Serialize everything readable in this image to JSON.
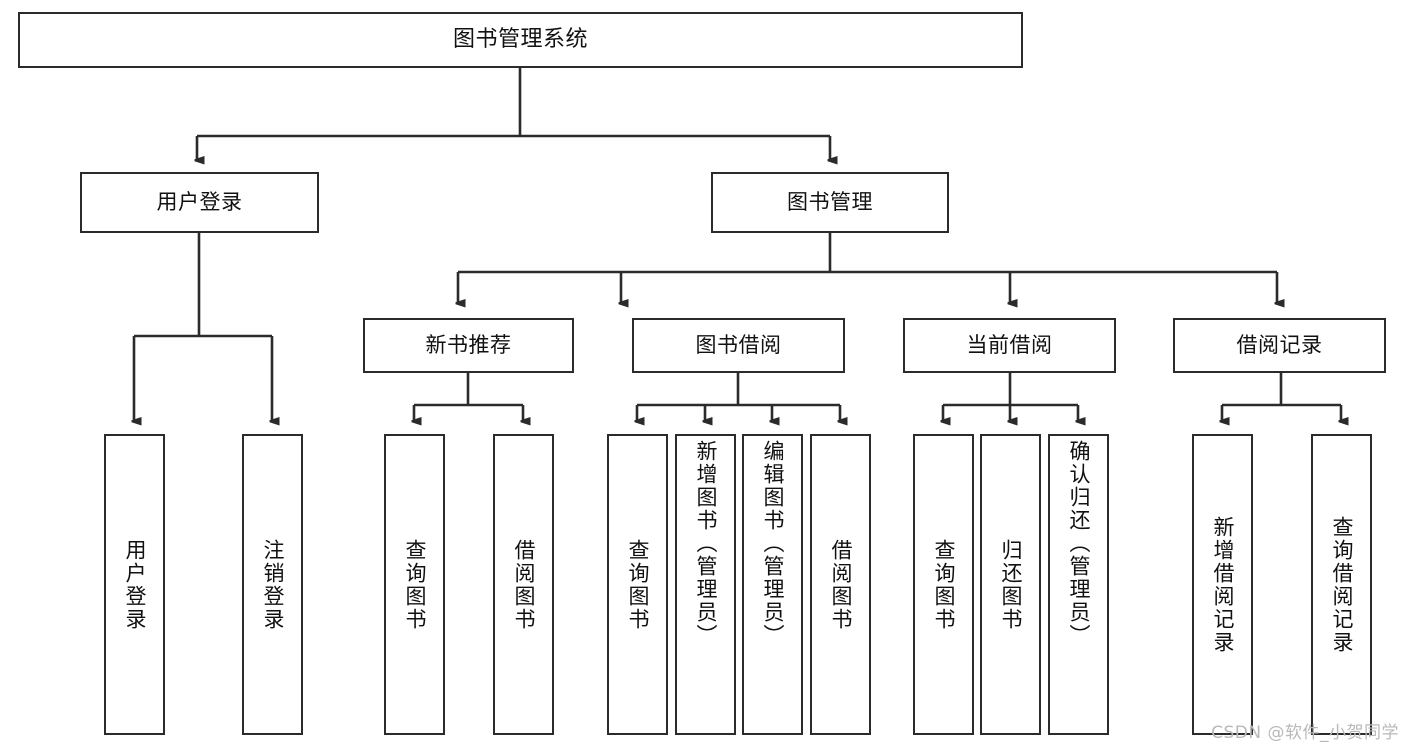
{
  "diagram": {
    "title": "图书管理系统",
    "type": "tree-hierarchy-diagram",
    "colors": {
      "node_border": "#2b2b2b",
      "node_fill": "#ffffff",
      "connector": "#2b2b2b",
      "text": "#111111",
      "watermark": "#b9b9b9",
      "background": "#ffffff"
    },
    "root": {
      "label": "图书管理系统"
    },
    "level2": [
      {
        "label": "用户登录"
      },
      {
        "label": "图书管理"
      }
    ],
    "level3": [
      {
        "label": "新书推荐"
      },
      {
        "label": "图书借阅"
      },
      {
        "label": "当前借阅"
      },
      {
        "label": "借阅记录"
      }
    ],
    "leaves": {
      "user_login": [
        {
          "label": "用户登录"
        },
        {
          "label": "注销登录"
        }
      ],
      "new_book_recommend": [
        {
          "label": "查询图书"
        },
        {
          "label": "借阅图书"
        }
      ],
      "book_borrow": [
        {
          "label": "查询图书"
        },
        {
          "label": "新增图书（管理员）"
        },
        {
          "label": "编辑图书（管理员）"
        },
        {
          "label": "借阅图书"
        }
      ],
      "current_borrow": [
        {
          "label": "查询图书"
        },
        {
          "label": "归还图书"
        },
        {
          "label": "确认归还（管理员）"
        }
      ],
      "borrow_record": [
        {
          "label": "新增借阅记录"
        },
        {
          "label": "查询借阅记录"
        }
      ]
    }
  },
  "watermark": {
    "text": "CSDN @软件_小贺同学"
  }
}
